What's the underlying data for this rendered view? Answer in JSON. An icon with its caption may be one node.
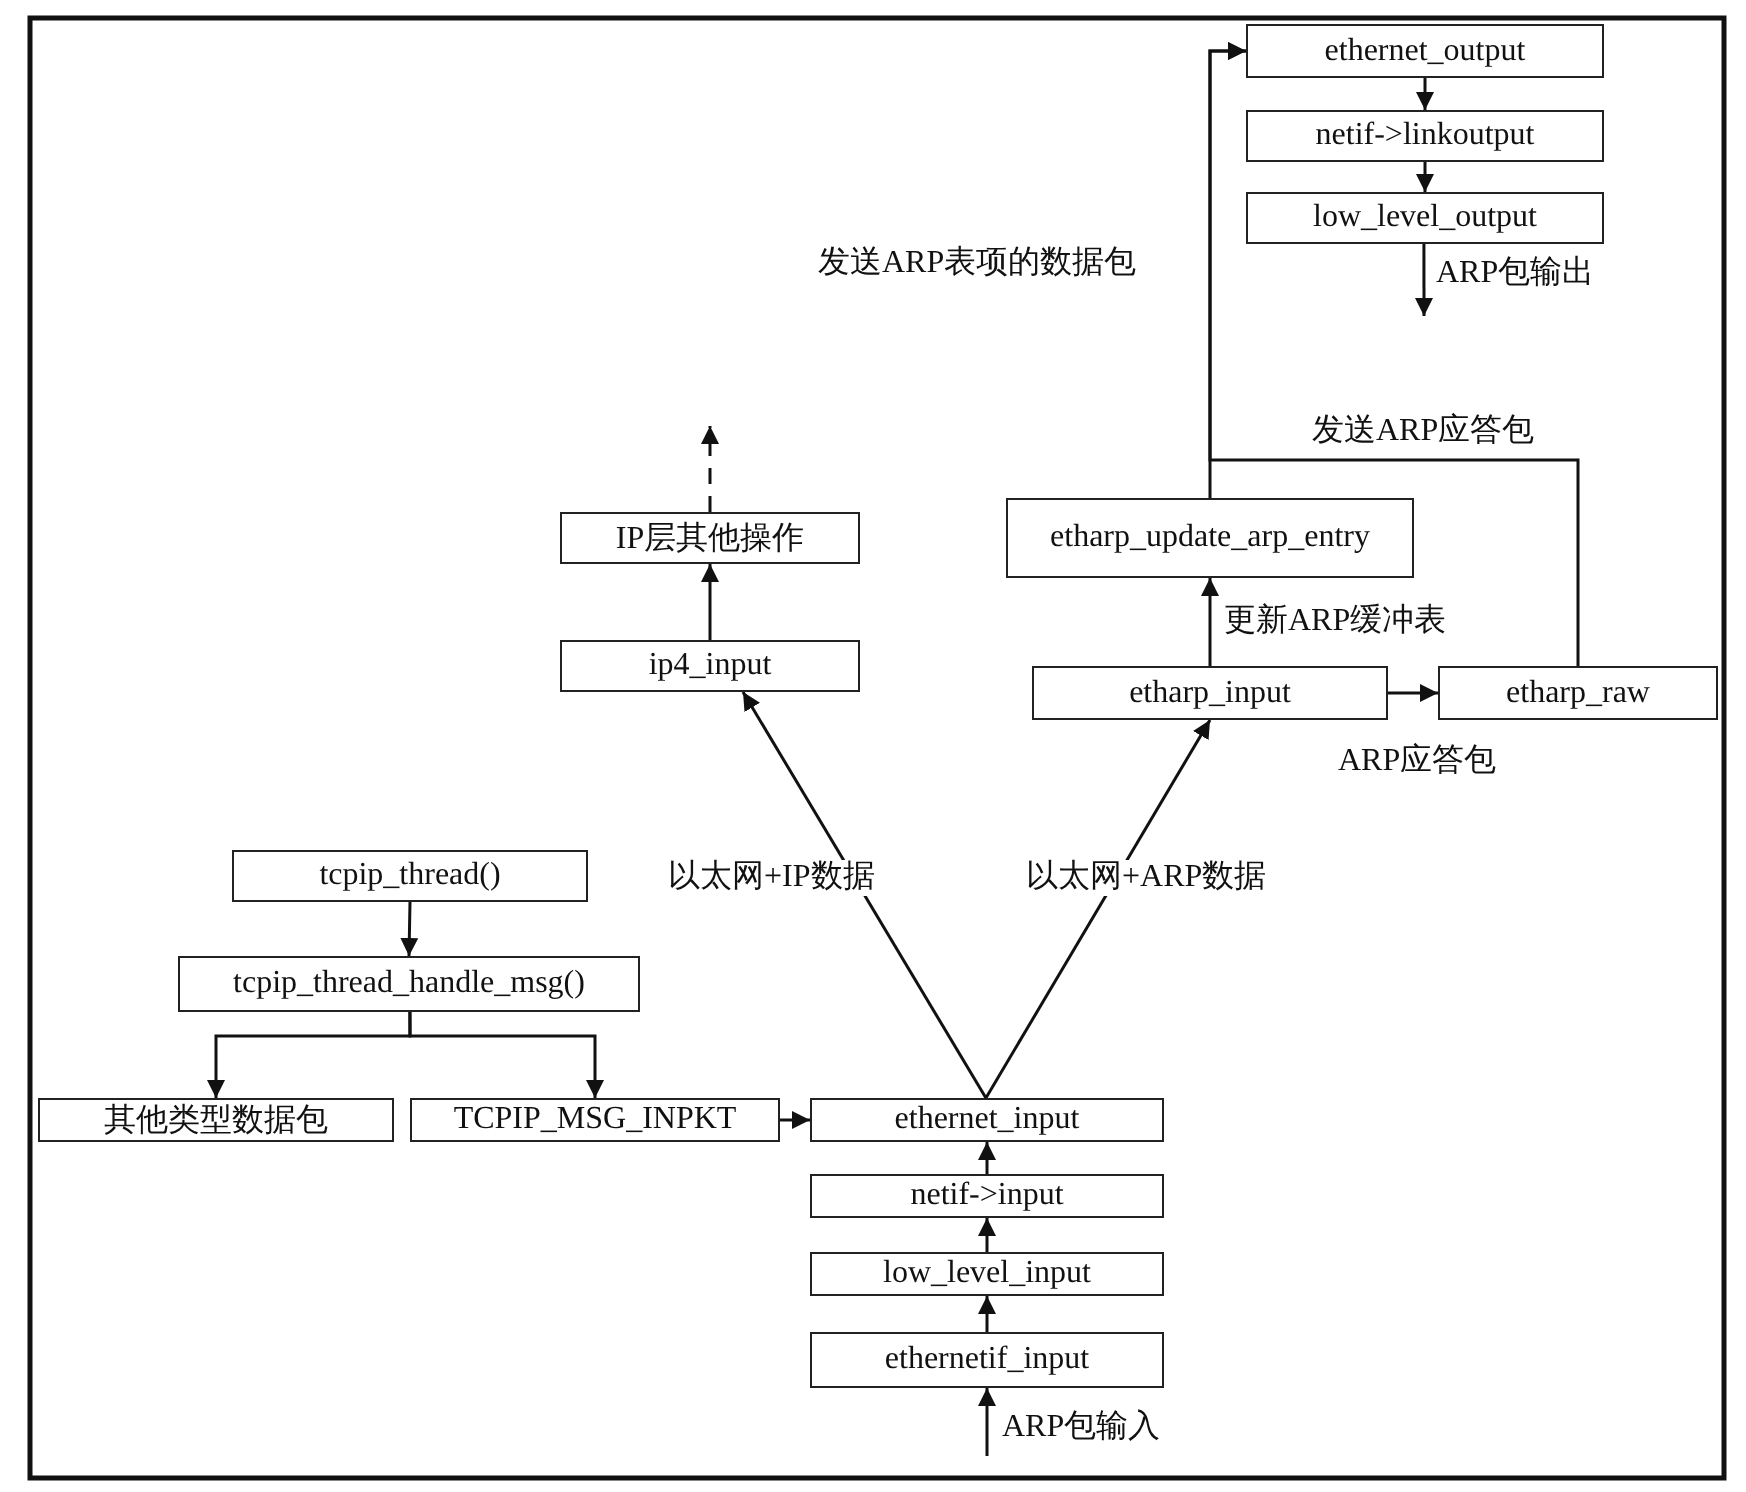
{
  "diagram": {
    "nodes": [
      {
        "text": [
          "ethernet_output"
        ]
      },
      {
        "text": [
          "netif->linkoutput"
        ]
      },
      {
        "text": [
          "low_level_output"
        ]
      },
      {
        "text": [
          "IP层其他操作"
        ]
      },
      {
        "text": [
          "etharp_update_arp_entry"
        ]
      },
      {
        "text": [
          "ip4_input"
        ]
      },
      {
        "text": [
          "etharp_input"
        ]
      },
      {
        "text": [
          "etharp_raw"
        ]
      },
      {
        "text": [
          "tcpip_thread()"
        ]
      },
      {
        "text": [
          "tcpip_thread_handle_msg()"
        ]
      },
      {
        "text": [
          "其他类型数据包"
        ]
      },
      {
        "text": [
          "TCPIP_MSG_INPKT"
        ]
      },
      {
        "text": [
          "ethernet_input"
        ]
      },
      {
        "text": [
          "netif->input"
        ]
      },
      {
        "text": [
          "low_level_input"
        ]
      },
      {
        "text": [
          "ethernetif_input"
        ]
      }
    ],
    "edges": [
      {
        "from": 0,
        "to": 1,
        "arrow": "to"
      },
      {
        "from": 1,
        "to": 2,
        "arrow": "to"
      },
      {
        "from": 2,
        "to": null,
        "arrow": "to",
        "label": "ARP包输出"
      },
      {
        "from": 5,
        "to": 3,
        "arrow": "to"
      },
      {
        "from": 3,
        "to": null,
        "arrow": "to",
        "style": "dashed"
      },
      {
        "from": 12,
        "to": 5,
        "arrow": "to",
        "label": "以太网+IP数据"
      },
      {
        "from": 12,
        "to": 6,
        "arrow": "to",
        "label": "以太网+ARP数据"
      },
      {
        "from": 6,
        "to": 4,
        "arrow": "to",
        "label": "更新ARP缓冲表"
      },
      {
        "from": 6,
        "to": 7,
        "arrow": "to"
      },
      {
        "from": 4,
        "to": 0,
        "arrow": "to",
        "label": "发送ARP表项的数据包"
      },
      {
        "from": 7,
        "to": 0,
        "arrow": "to",
        "label": "发送ARP应答包"
      },
      {
        "from": 8,
        "to": 9,
        "arrow": "to"
      },
      {
        "from": 9,
        "to": 10,
        "arrow": "to"
      },
      {
        "from": 9,
        "to": 11,
        "arrow": "to"
      },
      {
        "from": 11,
        "to": 12,
        "arrow": "to"
      },
      {
        "from": 13,
        "to": 12,
        "arrow": "to"
      },
      {
        "from": 14,
        "to": 13,
        "arrow": "to"
      },
      {
        "from": 15,
        "to": 14,
        "arrow": "to"
      },
      {
        "from": null,
        "to": 15,
        "arrow": "to",
        "label": "ARP包输入"
      }
    ],
    "labels": [
      "ARP应答包"
    ]
  }
}
